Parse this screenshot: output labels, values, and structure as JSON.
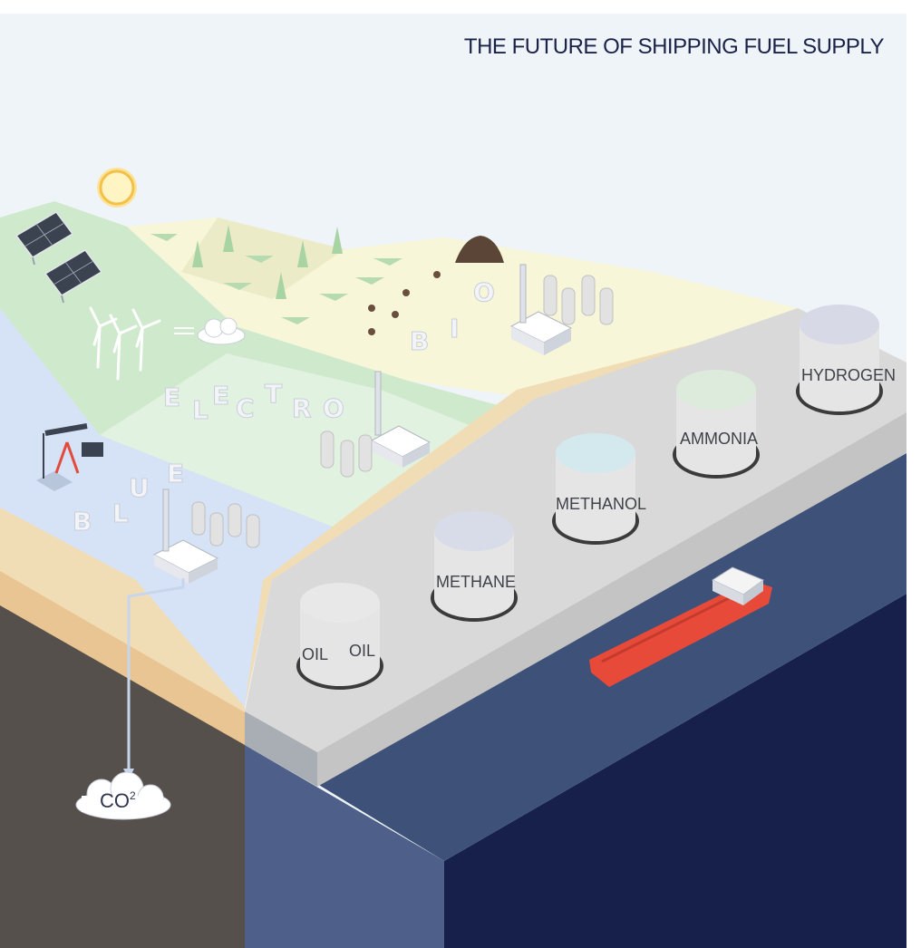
{
  "title": "THE FUTURE OF SHIPPING FUEL SUPPLY",
  "words": {
    "blue": [
      "B",
      "L",
      "U",
      "E"
    ],
    "electro": [
      "E",
      "L",
      "E",
      "C",
      "T",
      "R",
      "O"
    ],
    "bio": [
      "B",
      "I",
      "O"
    ]
  },
  "tanks": [
    {
      "label": "OIL",
      "label2": "OIL",
      "cap": "#e8e8e8"
    },
    {
      "label": "METHANE",
      "cap": "#d8dbe8"
    },
    {
      "label": "METHANOL",
      "cap": "#d4e9ee"
    },
    {
      "label": "AMMONIA",
      "cap": "#dcebdc"
    },
    {
      "label": "HYDROGEN",
      "cap": "#d8d9e6"
    }
  ],
  "co2": {
    "base": "CO",
    "sup": "2"
  },
  "colors": {
    "sky": "#eef4f8",
    "green_field": "#cfe9cc",
    "yellow_field": "#f8f6d8",
    "blue_field": "#d6e2f5",
    "sand": "#f1ddb5",
    "soil": "#55504b",
    "sea_top": "#3e5179",
    "sea_front": "#16204a",
    "ship": "#e84a3a"
  },
  "icons": [
    "sun-icon",
    "solar-panel-icon",
    "wind-turbine-icon",
    "cloud-icon",
    "tree-icon",
    "oil-pump-icon",
    "factory-icon",
    "ship-icon",
    "compost-heap-icon"
  ]
}
